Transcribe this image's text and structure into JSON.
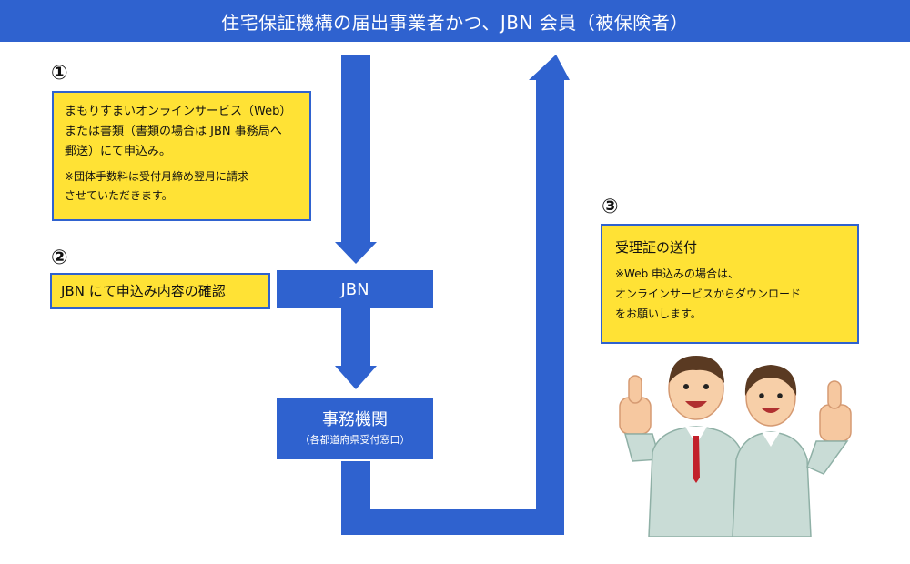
{
  "header": {
    "title": "住宅保証機構の届出事業者かつ、JBN 会員（被保険者）"
  },
  "steps": [
    {
      "number": "①",
      "lines": [
        "まもりすまいオンラインサービス（Web）",
        "または書類（書類の場合は JBN 事務局へ",
        "郵送）にて申込み。"
      ],
      "note_lines": [
        "※団体手数料は受付月締め翌月に請求",
        "させていただきます。"
      ]
    },
    {
      "number": "②",
      "label": "JBN にて申込み内容の確認"
    },
    {
      "number": "③",
      "title": "受理証の送付",
      "lines": [
        "※Web 申込みの場合は、",
        "オンラインサービスからダウンロード",
        "をお願いします。"
      ]
    }
  ],
  "nodes": {
    "jbn": {
      "label": "JBN"
    },
    "office": {
      "label": "事務機関",
      "sub": "（各都道府県受付窓口）"
    }
  },
  "colors": {
    "primary": "#2f62cf",
    "highlight": "#ffe235"
  }
}
